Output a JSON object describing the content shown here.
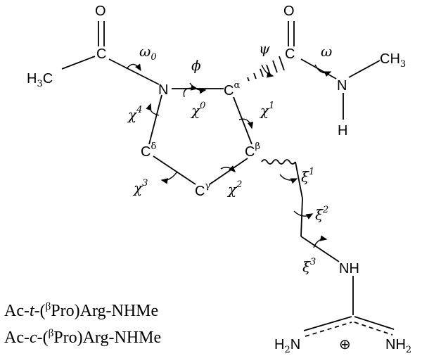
{
  "atoms": {
    "O1": "O",
    "O2": "O",
    "H3C": "H",
    "H3C_sub": "3",
    "H3C_c": "C",
    "C1": "C",
    "C2": "C",
    "N1": "N",
    "N2": "N",
    "H_N2": "H",
    "CH3": "CH",
    "CH3_sub": "3",
    "Ca": "C",
    "Ca_sup": "α",
    "Cb": "C",
    "Cb_sup": "β",
    "Cg": "C",
    "Cg_sup": "γ",
    "Cd": "C",
    "Cd_sup": "δ",
    "NH": "NH",
    "H2N_left": "H",
    "H2N_left_sub": "2",
    "H2N_left_n": "N",
    "NH2_right": "NH",
    "NH2_right_sub": "2",
    "charge": "⊕"
  },
  "torsions": {
    "omega0": "ω",
    "omega0_sub": "0",
    "phi": "ϕ",
    "psi": "ψ",
    "omega": "ω",
    "chi0": "χ",
    "chi0_sup": "0",
    "chi1": "χ",
    "chi1_sup": "1",
    "chi2": "χ",
    "chi2_sup": "2",
    "chi3": "χ",
    "chi3_sup": "3",
    "chi4": "χ",
    "chi4_sup": "4",
    "xi1": "ξ",
    "xi1_sup": "1",
    "xi2": "ξ",
    "xi2_sup": "2",
    "xi3": "ξ",
    "xi3_sup": "3"
  },
  "captions": [
    {
      "pre": "Ac-",
      "iso": "t",
      "mid": "-(",
      "sup": "β",
      "post": "Pro)Arg-NHMe"
    },
    {
      "pre": "Ac-",
      "iso": "c",
      "mid": "-(",
      "sup": "β",
      "post": "Pro)Arg-NHMe"
    }
  ]
}
